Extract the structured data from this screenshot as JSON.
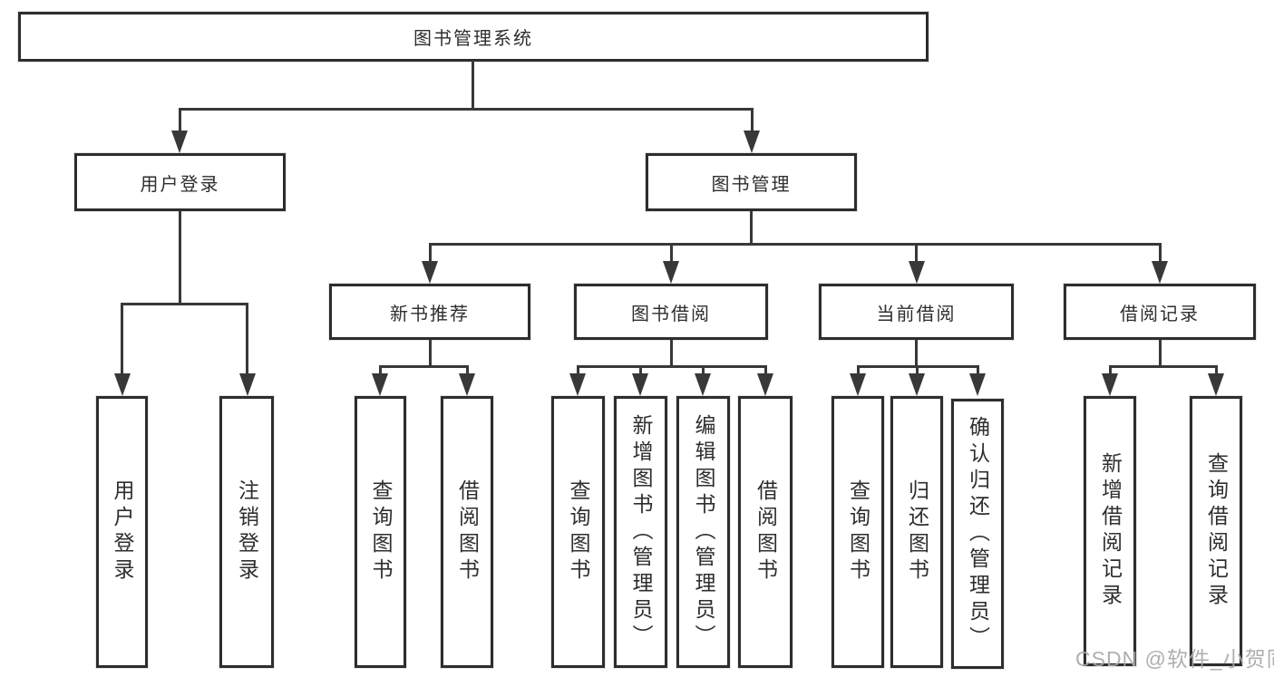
{
  "tree": {
    "root": {
      "label": "图书管理系统"
    },
    "branches": [
      {
        "label": "用户登录",
        "children": [
          "用户登录",
          "注销登录"
        ]
      },
      {
        "label": "图书管理",
        "sections": [
          {
            "label": "新书推荐",
            "children": [
              "查询图书",
              "借阅图书"
            ]
          },
          {
            "label": "图书借阅",
            "children": [
              "查询图书",
              "新增图书（管理员）",
              "编辑图书（管理员）",
              "借阅图书"
            ]
          },
          {
            "label": "当前借阅",
            "children": [
              "查询图书",
              "归还图书",
              "确认归还（管理员）"
            ]
          },
          {
            "label": "借阅记录",
            "children": [
              "新增借阅记录",
              "查询借阅记录"
            ]
          }
        ]
      }
    ]
  },
  "watermark": "CSDN @软件_小贺同学",
  "colors": {
    "background": "#ffffff",
    "box_border": "#2d2d2d",
    "connector_line": "#383838",
    "text": "#2e2e2e",
    "watermark_text": "#a8a8a8"
  }
}
